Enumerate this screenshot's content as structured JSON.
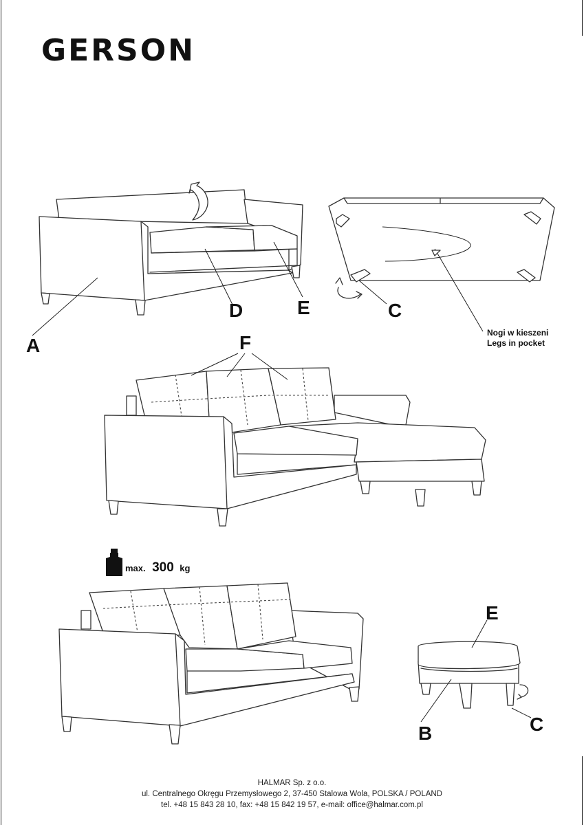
{
  "title": "GERSON",
  "labels": {
    "a": "A",
    "b": "B",
    "c_top": "C",
    "c_bottom": "C",
    "d": "D",
    "e_top": "E",
    "e_bottom": "E",
    "f": "F"
  },
  "legs_note": {
    "line1": "Nogi w kieszeni",
    "line2": "Legs in pocket"
  },
  "weight": {
    "prefix": "max.",
    "value": "300",
    "unit": "kg"
  },
  "footer": {
    "company": "HALMAR Sp. z o.o.",
    "address": "ul. Centralnego Okręgu Przemysłowego 2, 37-450 Stalowa Wola, POLSKA / POLAND",
    "contact": "tel. +48 15 843 28 10, fax: +48 15 842 19 57, e-mail: office@halmar.com.pl"
  }
}
